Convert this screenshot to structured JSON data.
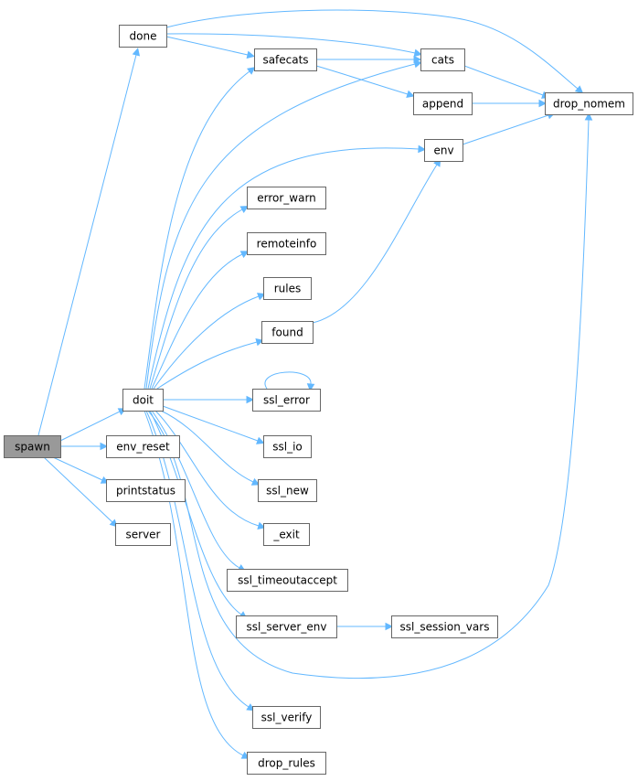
{
  "nodes": {
    "spawn": "spawn",
    "doit": "doit",
    "env_reset": "env_reset",
    "printstatus": "printstatus",
    "server": "server",
    "done": "done",
    "safecats": "safecats",
    "cats": "cats",
    "append": "append",
    "drop_nomem": "drop_nomem",
    "env": "env",
    "error_warn": "error_warn",
    "remoteinfo": "remoteinfo",
    "rules": "rules",
    "found": "found",
    "ssl_error": "ssl_error",
    "ssl_io": "ssl_io",
    "ssl_new": "ssl_new",
    "_exit": "_exit",
    "ssl_timeoutaccept": "ssl_timeoutaccept",
    "ssl_server_env": "ssl_server_env",
    "ssl_session_vars": "ssl_session_vars",
    "ssl_verify": "ssl_verify",
    "drop_rules": "drop_rules"
  },
  "root_node": "spawn",
  "edges": [
    [
      "spawn",
      "done"
    ],
    [
      "spawn",
      "doit"
    ],
    [
      "spawn",
      "env_reset"
    ],
    [
      "spawn",
      "printstatus"
    ],
    [
      "spawn",
      "server"
    ],
    [
      "done",
      "safecats"
    ],
    [
      "done",
      "cats"
    ],
    [
      "done",
      "drop_nomem"
    ],
    [
      "safecats",
      "cats"
    ],
    [
      "safecats",
      "append"
    ],
    [
      "cats",
      "drop_nomem"
    ],
    [
      "append",
      "drop_nomem"
    ],
    [
      "env",
      "drop_nomem"
    ],
    [
      "doit",
      "safecats"
    ],
    [
      "doit",
      "cats"
    ],
    [
      "doit",
      "env"
    ],
    [
      "doit",
      "error_warn"
    ],
    [
      "doit",
      "remoteinfo"
    ],
    [
      "doit",
      "rules"
    ],
    [
      "doit",
      "found"
    ],
    [
      "doit",
      "ssl_error"
    ],
    [
      "doit",
      "ssl_io"
    ],
    [
      "doit",
      "ssl_new"
    ],
    [
      "doit",
      "_exit"
    ],
    [
      "doit",
      "ssl_timeoutaccept"
    ],
    [
      "doit",
      "ssl_server_env"
    ],
    [
      "doit",
      "drop_nomem"
    ],
    [
      "doit",
      "ssl_verify"
    ],
    [
      "doit",
      "drop_rules"
    ],
    [
      "found",
      "env"
    ],
    [
      "ssl_error",
      "ssl_error"
    ],
    [
      "ssl_server_env",
      "ssl_session_vars"
    ]
  ],
  "colors": {
    "edge": "#63b8ff",
    "root_fill": "#999999",
    "node_border": "#666666",
    "node_fill": "#ffffff"
  }
}
